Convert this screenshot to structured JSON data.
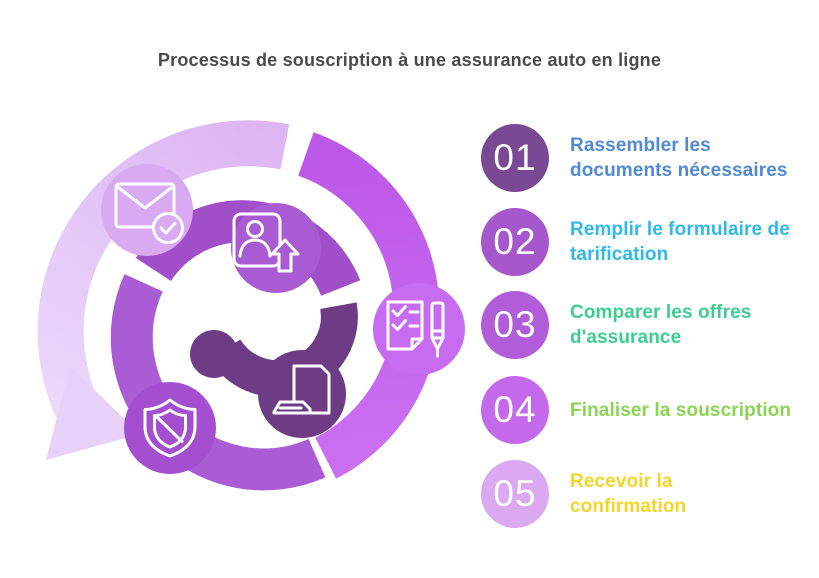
{
  "title": {
    "text": "Processus de souscription à une assurance auto en ligne",
    "color": "#4a4a4a"
  },
  "steps": [
    {
      "number": "01",
      "line1": "Rassembler les",
      "line2": "documents nécessaires",
      "circle_color": "#7A4994",
      "label_color": "#5089D6"
    },
    {
      "number": "02",
      "line1": "Remplir le formulaire de",
      "line2": "tarification",
      "circle_color": "#A557CB",
      "label_color": "#2FB9EA"
    },
    {
      "number": "03",
      "line1": "Comparer les offres",
      "line2": "d'assurance",
      "circle_color": "#B15CD8",
      "label_color": "#3BCE90"
    },
    {
      "number": "04",
      "line1": "Finaliser la souscription",
      "line2": "",
      "circle_color": "#C469EC",
      "label_color": "#8AD453"
    },
    {
      "number": "05",
      "line1": "Recevoir la",
      "line2": "confirmation",
      "circle_color": "#DAA9F1",
      "label_color": "#F5D327"
    }
  ],
  "spiral": {
    "segments": {
      "outer_light_start": "#DDB5F3",
      "outer_light_end": "#EBD8FA",
      "outer_bright_top": "#BC58E8",
      "outer_bright_bottom": "#CB6FF2",
      "middle_top": "#A04FC9",
      "middle_bottom": "#A95CD4",
      "inner_dark": "#6E3B85",
      "arrow": "#E7D1F9"
    },
    "bubbles": {
      "mail": "#D9A9F2",
      "person": "#A85BD3",
      "checklist": "#C76CF1",
      "shield": "#A34FD0",
      "documents": "#6E3B85"
    },
    "icon_stroke": "#FFFFFF"
  }
}
